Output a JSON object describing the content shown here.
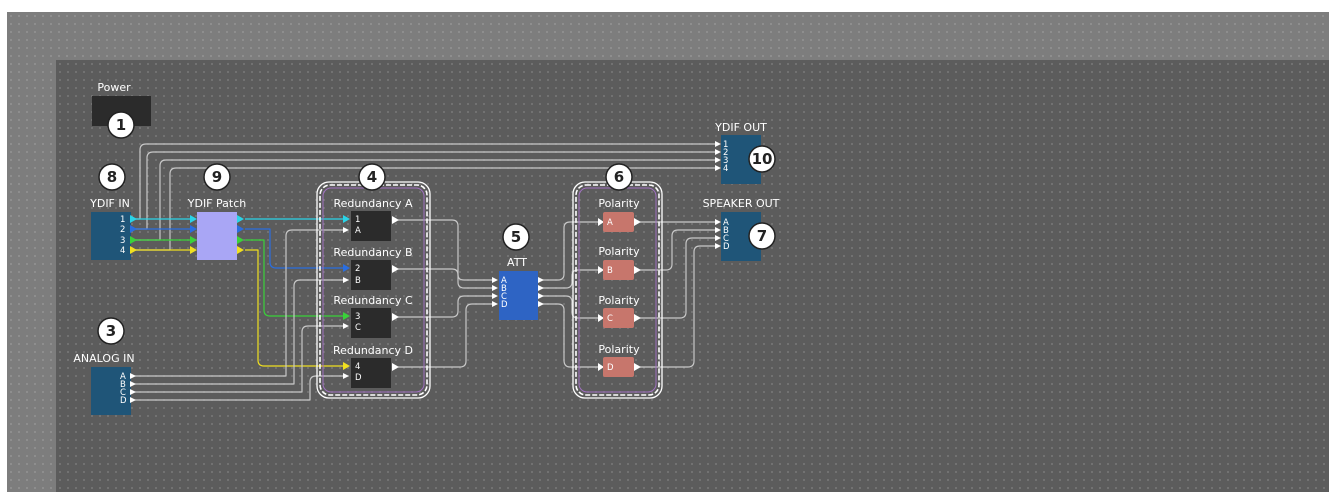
{
  "labels": {
    "power": "Power",
    "ydif_in": "YDIF IN",
    "ydif_patch": "YDIF Patch",
    "analog_in": "ANALOG IN",
    "att": "ATT",
    "ydif_out": "YDIF OUT",
    "speaker_out": "SPEAKER OUT",
    "redundancy": [
      "Redundancy A",
      "Redundancy B",
      "Redundancy C",
      "Redundancy D"
    ],
    "polarity": [
      "Polarity",
      "Polarity",
      "Polarity",
      "Polarity"
    ]
  },
  "callouts": [
    "1",
    "3",
    "4",
    "5",
    "6",
    "7",
    "8",
    "9",
    "10"
  ],
  "ports": {
    "numeric": [
      "1",
      "2",
      "3",
      "4"
    ],
    "alpha": [
      "A",
      "B",
      "C",
      "D"
    ]
  },
  "colors": {
    "ch1": "#2ad4e8",
    "ch2": "#2a6ee0",
    "ch3": "#3ad23a",
    "ch4": "#f0e020",
    "wire": "#c8c8c8",
    "component_dark": "#1f5578",
    "component_black": "#2b2b2b",
    "patch": "#a9a6f5",
    "att": "#2e64c4",
    "polarity": "#c7766c"
  }
}
